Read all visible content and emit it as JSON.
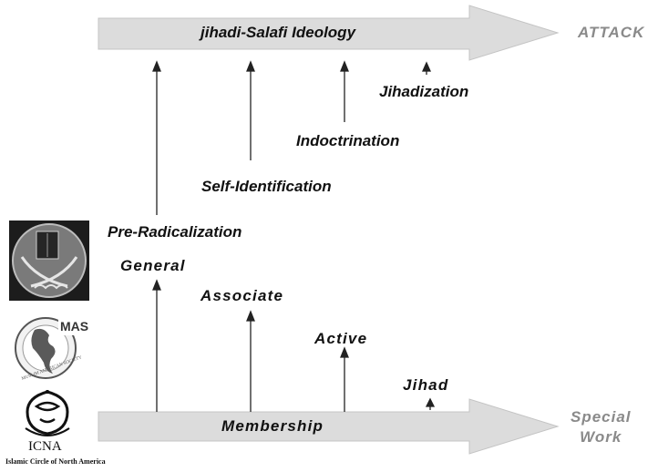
{
  "top_arrow": {
    "label": "jihadi-Salafi Ideology",
    "end_label": "ATTACK"
  },
  "bottom_arrow": {
    "label": "Membership",
    "end_label": "Special Work"
  },
  "stages": [
    "Pre-Radicalization",
    "Self-Identification",
    "Indoctrination",
    "Jihadization"
  ],
  "membership_levels": [
    "General",
    "Associate",
    "Active",
    "Jihad"
  ],
  "logos": {
    "mas": {
      "text": "MAS",
      "ring_text": "MUSLIM AMERICAN SOCIETY"
    },
    "icna": {
      "text": "ICNA",
      "caption": "Islamic Circle of North America"
    }
  },
  "colors": {
    "arrow_fill": "#dcdcdc",
    "arrow_stroke": "#c4c4c4",
    "end_label": "#8a8a8a",
    "text": "#111111"
  }
}
